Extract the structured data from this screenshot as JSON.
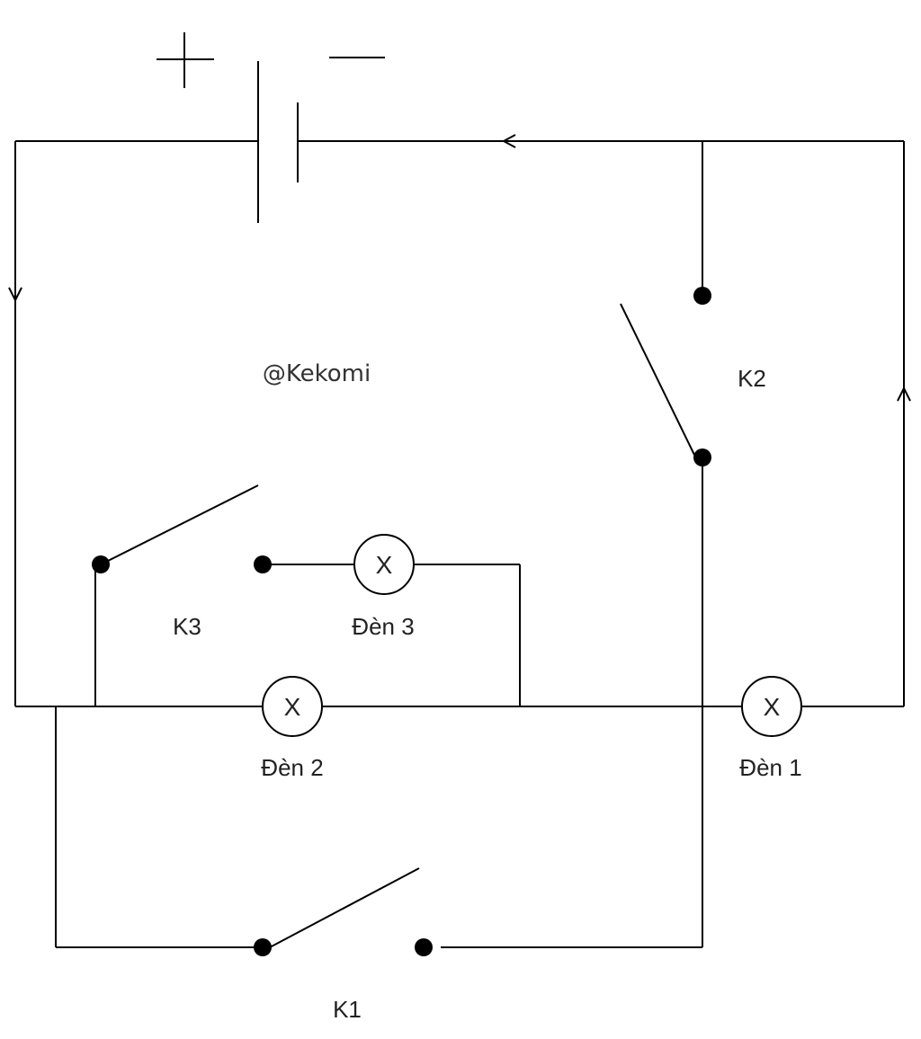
{
  "watermark": "@Kekomi",
  "battery": {
    "plus_label": "+",
    "minus_label": "—"
  },
  "switches": {
    "k1": "K1",
    "k2": "K2",
    "k3": "K3"
  },
  "lamps": {
    "symbol": "X",
    "den1": "Đèn 1",
    "den2": "Đèn 2",
    "den3": "Đèn 3"
  },
  "colors": {
    "stroke": "#000000",
    "background": "#ffffff"
  }
}
